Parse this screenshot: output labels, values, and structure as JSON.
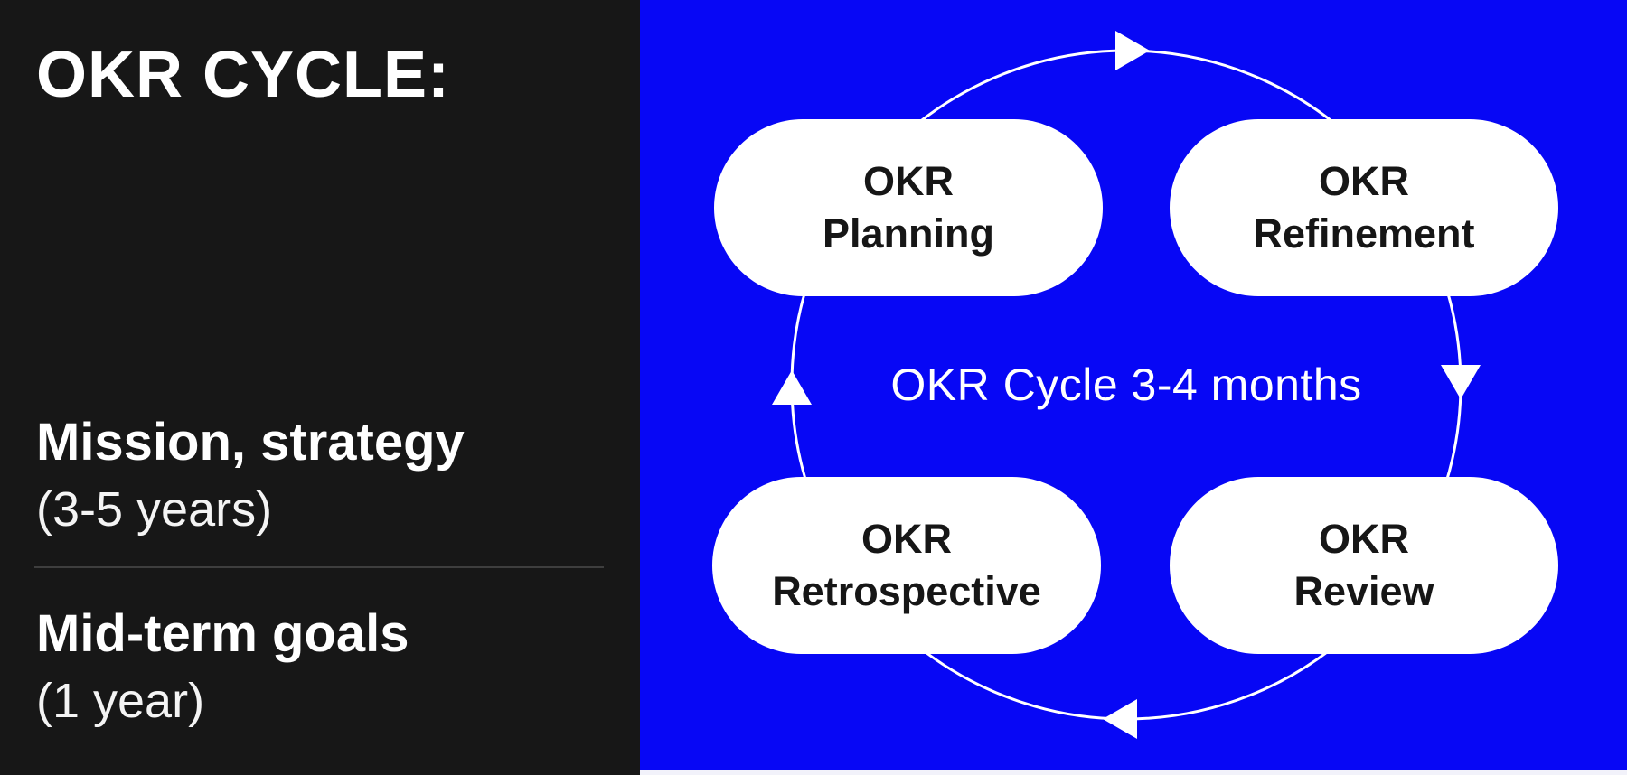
{
  "slide": {
    "title": "OKR CYCLE:",
    "sections": [
      {
        "heading": "Mission, strategy",
        "subtext": "(3-5 years)"
      },
      {
        "heading": "Mid-term goals",
        "subtext": "(1 year)"
      }
    ]
  },
  "diagram": {
    "center_label": "OKR Cycle 3-4 months",
    "direction": "clockwise",
    "nodes": {
      "planning": {
        "label": "OKR\nPlanning"
      },
      "refinement": {
        "label": "OKR\nRefinement"
      },
      "review": {
        "label": "OKR\nReview"
      },
      "retrospective": {
        "label": "OKR\nRetrospective"
      }
    }
  },
  "colors": {
    "left_panel_bg": "#171717",
    "right_panel_bg": "#0707f5",
    "node_bg": "#ffffff",
    "node_text": "#161616",
    "light_text": "#ffffff",
    "divider": "#3e3e3e",
    "cycle_stroke": "#ffffff"
  }
}
